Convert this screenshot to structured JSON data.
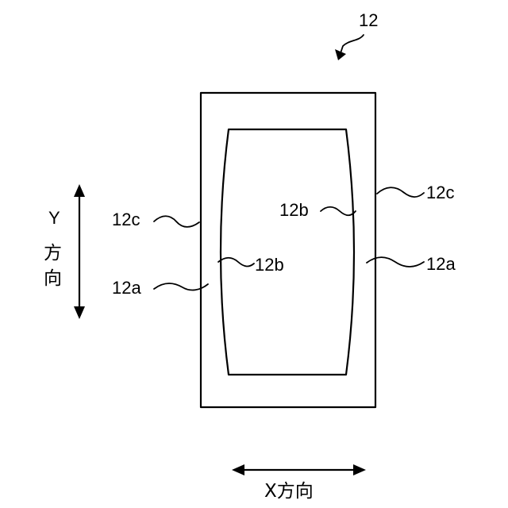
{
  "figure": {
    "ref_main": "12",
    "labels": {
      "left_12c": "12c",
      "left_12a": "12a",
      "left_12b": "12b",
      "right_12b": "12b",
      "right_12c": "12c",
      "right_12a": "12a"
    },
    "axes": {
      "y_axis": {
        "letter": "Y",
        "kanji1": "方",
        "kanji2": "向"
      },
      "x_axis": {
        "label": "X方向"
      }
    }
  }
}
